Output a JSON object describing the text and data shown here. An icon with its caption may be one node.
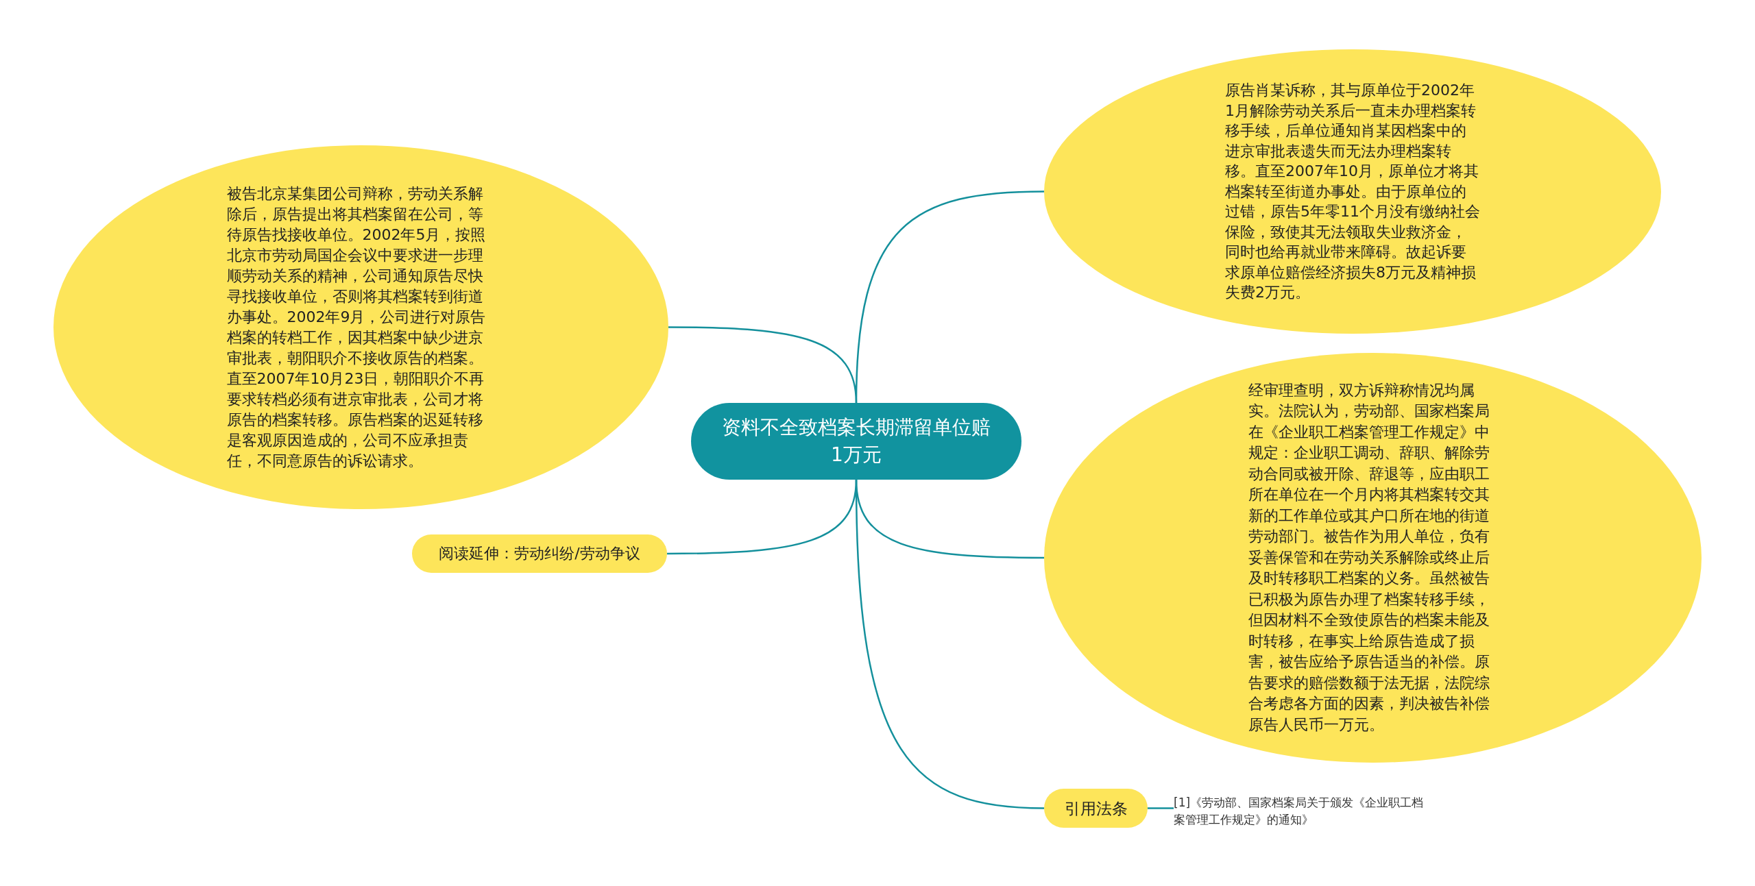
{
  "diagram": {
    "nodes": [
      {
        "text": [
          "资料不全致档案长期滞留单位赔1万元"
        ]
      },
      {
        "text": [
          "被告北京某集团公司辩称，劳动关系解除后，原告提出将其档案留在公司，等待原告找接收单位。2002年5月，按照北京市劳动局国企会议中要求进一步理顺劳动关系的精神，公司通知原告尽快寻找接收单位，否则将其档案转到街道办事处。2002年9月，公司进行对原告档案的转档工作，因其档案中缺少进京审批表，朝阳职介不接收原告的档案。直至2007年10月23日，朝阳职介不再要求转档必须有进京审批表，公司才将原告的档案转移。原告档案的迟延转移是客观原因造成的，公司不应承担责任，不同意原告的诉讼请求。"
        ]
      },
      {
        "text": [
          "阅读延伸：劳动纠纷/劳动争议"
        ]
      },
      {
        "text": [
          "原告肖某诉称，其与原单位于2002年1月解除劳动关系后一直未办理档案转移手续，后单位通知肖某因档案中的进京审批表遗失而无法办理档案转移。直至2007年10月，原单位才将其档案转至街道办事处。由于原单位的过错，原告5年零11个月没有缴纳社会保险，致使其无法领取失业救济金，同时也给再就业带来障碍。故起诉要求原单位赔偿经济损失8万元及精神损失费2万元。"
        ]
      },
      {
        "text": [
          "经审理查明，双方诉辩称情况均属实。法院认为，劳动部、国家档案局在《企业职工档案管理工作规定》中规定：企业职工调动、辞职、解除劳动合同或被开除、辞退等，应由职工所在单位在一个月内将其档案转交其新的工作单位或其户口所在地的街道劳动部门。被告作为用人单位，负有妥善保管和在劳动关系解除或终止后及时转移职工档案的义务。虽然被告已积极为原告办理了档案转移手续，但因材料不全致使原告的档案未能及时转移，在事实上给原告造成了损害，被告应给予原告适当的补偿。原告要求的赔偿数额于法无据，法院综合考虑各方面的因素，判决被告补偿原告人民币一万元。"
        ]
      },
      {
        "text": [
          "引用法条"
        ]
      },
      {
        "text": [
          "[1]《劳动部、国家档案局关于颁发《企业职工档案管理工作规定》的通知》"
        ]
      }
    ],
    "edges": [
      {
        "from": 0,
        "to": 1,
        "arrow": "none"
      },
      {
        "from": 0,
        "to": 2,
        "arrow": "none"
      },
      {
        "from": 0,
        "to": 3,
        "arrow": "none"
      },
      {
        "from": 0,
        "to": 4,
        "arrow": "none"
      },
      {
        "from": 0,
        "to": 5,
        "arrow": "none"
      },
      {
        "from": 5,
        "to": 6,
        "arrow": "none"
      }
    ]
  }
}
